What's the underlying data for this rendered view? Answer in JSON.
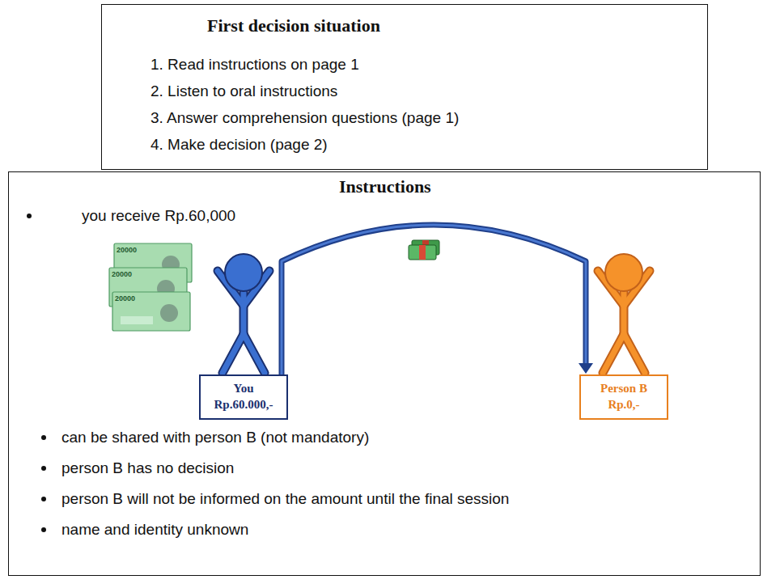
{
  "diagram": {
    "nodes": [
      {
        "text": [
          "First decision situation",
          "1. Read instructions on page 1",
          "2. Listen to oral instructions",
          "3. Answer comprehension questions (page 1)",
          "4. Make decision (page 2)"
        ]
      },
      {
        "text": [
          "Instructions",
          "you receive Rp.60,000",
          "can be shared with person B (not mandatory)",
          "person B has no decision",
          "person B will not be informed on the amount until the final session",
          "name and identity unknown"
        ]
      },
      {
        "text": [
          "You",
          "Rp.60.000,-"
        ],
        "in": 1
      },
      {
        "text": [
          "Person B",
          "Rp.0,-"
        ],
        "in": 1
      }
    ],
    "edges": [
      {
        "from": 2,
        "to": 3,
        "arrow": "to"
      }
    ],
    "labels": [
      "20000",
      "20000",
      "20000"
    ]
  }
}
